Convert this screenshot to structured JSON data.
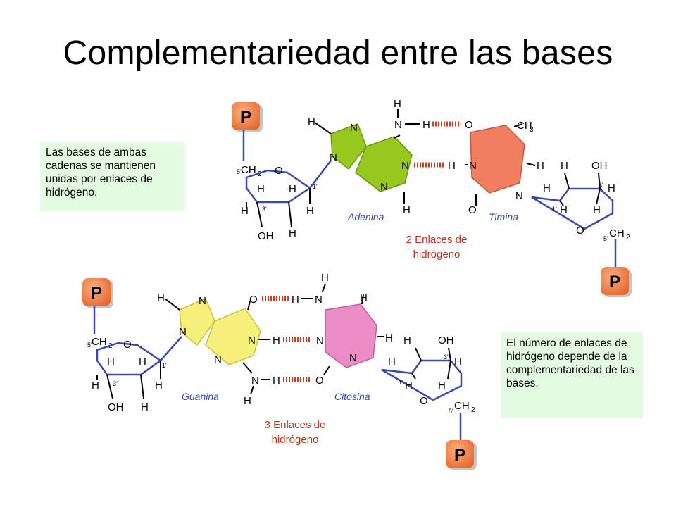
{
  "title": "Complementariedad entre las bases",
  "notes": {
    "left": "Las bases de ambas cadenas se mantienen unidas por enlaces de hidrógeno.",
    "right": "El número de enlaces de hidrógeno depende de la complementariedad de las bases."
  },
  "pair1": {
    "base_left": "Adenina",
    "base_right": "Timina",
    "bond_label_line1": "2 Enlaces de",
    "bond_label_line2": "hidrógeno"
  },
  "pair2": {
    "base_left": "Guanina",
    "base_right": "Citosina",
    "bond_label_line1": "3 Enlaces de",
    "bond_label_line2": "hidrógeno"
  },
  "labels": {
    "phosphate": "P",
    "hydrogen": "H",
    "nitrogen": "N",
    "oxygen": "O",
    "ch2": "CH",
    "ch3": "CH",
    "oh": "OH",
    "prime1": "1'",
    "prime3": "3'",
    "prime5": "5'"
  },
  "colors": {
    "adenine": "#96c81e",
    "thymine": "#f27e62",
    "guanine": "#f4f07a",
    "cytosine": "#ec8cc4",
    "phosphate": "#f08448",
    "hbond": "#d23b1e",
    "sugar": "#3a4aa8",
    "note_bg": "#e3fbe0"
  }
}
